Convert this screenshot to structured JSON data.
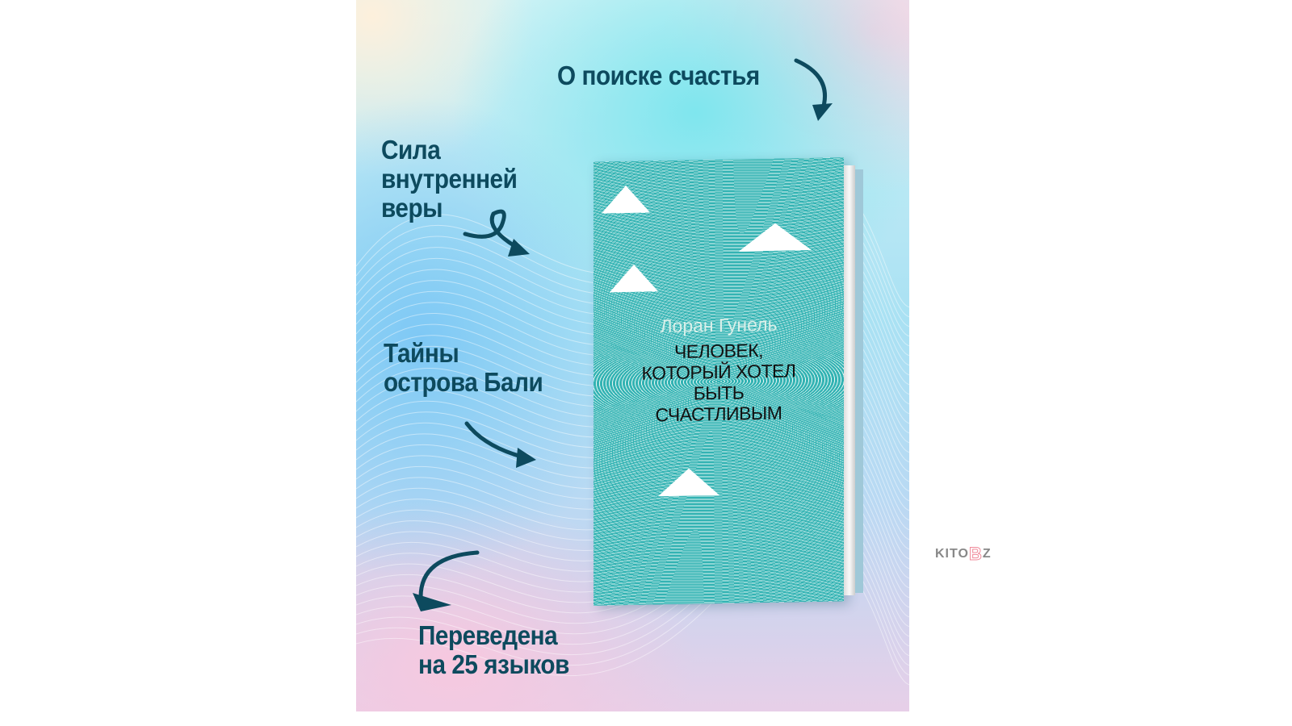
{
  "poster": {
    "labels": {
      "search": "О поиске счастья",
      "faith": [
        "Сила",
        "внутренней",
        "веры"
      ],
      "bali": [
        "Тайны",
        "острова Бали"
      ],
      "translated": [
        "Переведена",
        "на 25 языков"
      ]
    },
    "book": {
      "author": "Лоран Гунель",
      "title": [
        "ЧЕЛОВЕК,",
        "КОТОРЫЙ ХОТЕЛ",
        "БЫТЬ",
        "СЧАСТЛИВЫМ"
      ]
    }
  },
  "logo": {
    "pre": "KITO",
    "b": "B",
    "post": "Z"
  },
  "colors": {
    "text": "#0d4a5e",
    "cover": "#3ab5b5"
  }
}
